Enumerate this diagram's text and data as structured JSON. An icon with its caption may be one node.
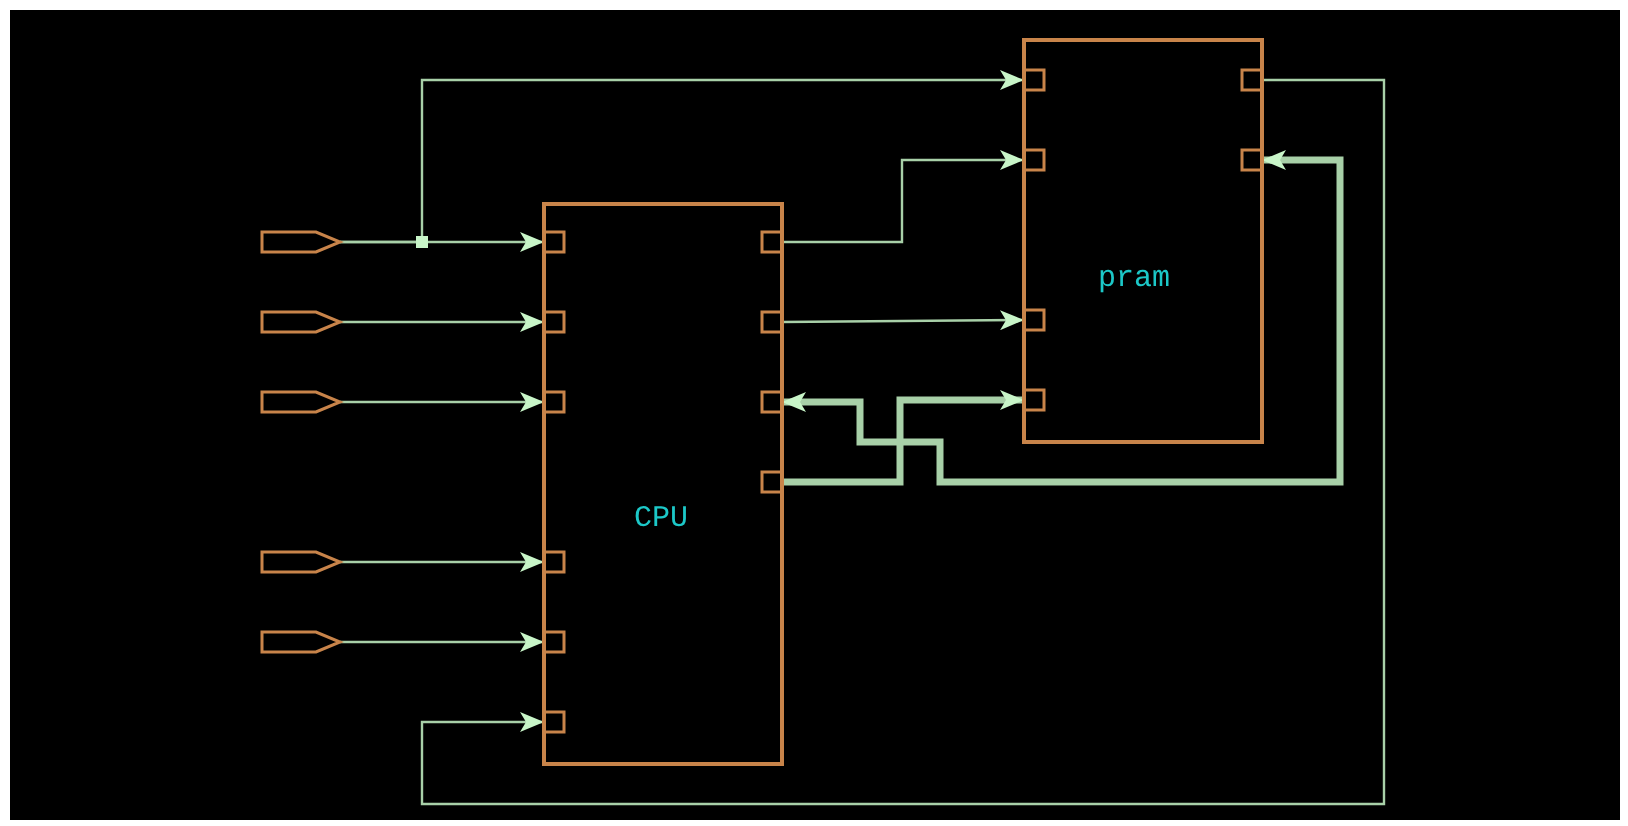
{
  "diagram": {
    "nodes": [
      {
        "text": [
          "CPU"
        ]
      },
      {
        "text": [
          "pram"
        ]
      },
      {
        "text": [],
        "shape": "pentagon"
      },
      {
        "text": [],
        "shape": "pentagon"
      },
      {
        "text": [],
        "shape": "pentagon"
      },
      {
        "text": [],
        "shape": "pentagon"
      },
      {
        "text": [],
        "shape": "pentagon"
      }
    ],
    "edges": [
      {
        "from": 2,
        "to": 0,
        "arrow": "to"
      },
      {
        "from": 2,
        "to": 1,
        "arrow": "to"
      },
      {
        "from": 3,
        "to": 0,
        "arrow": "to"
      },
      {
        "from": 4,
        "to": 0,
        "arrow": "to"
      },
      {
        "from": 5,
        "to": 0,
        "arrow": "to"
      },
      {
        "from": 6,
        "to": 0,
        "arrow": "to"
      },
      {
        "from": 0,
        "to": 1,
        "arrow": "to"
      },
      {
        "from": 0,
        "to": 1,
        "arrow": "to"
      },
      {
        "from": 0,
        "to": 1,
        "arrow": "to",
        "style": "thick"
      },
      {
        "from": 0,
        "to": 1,
        "arrow": "both",
        "style": "thick"
      },
      {
        "from": 1,
        "to": 0,
        "arrow": "to"
      }
    ]
  }
}
